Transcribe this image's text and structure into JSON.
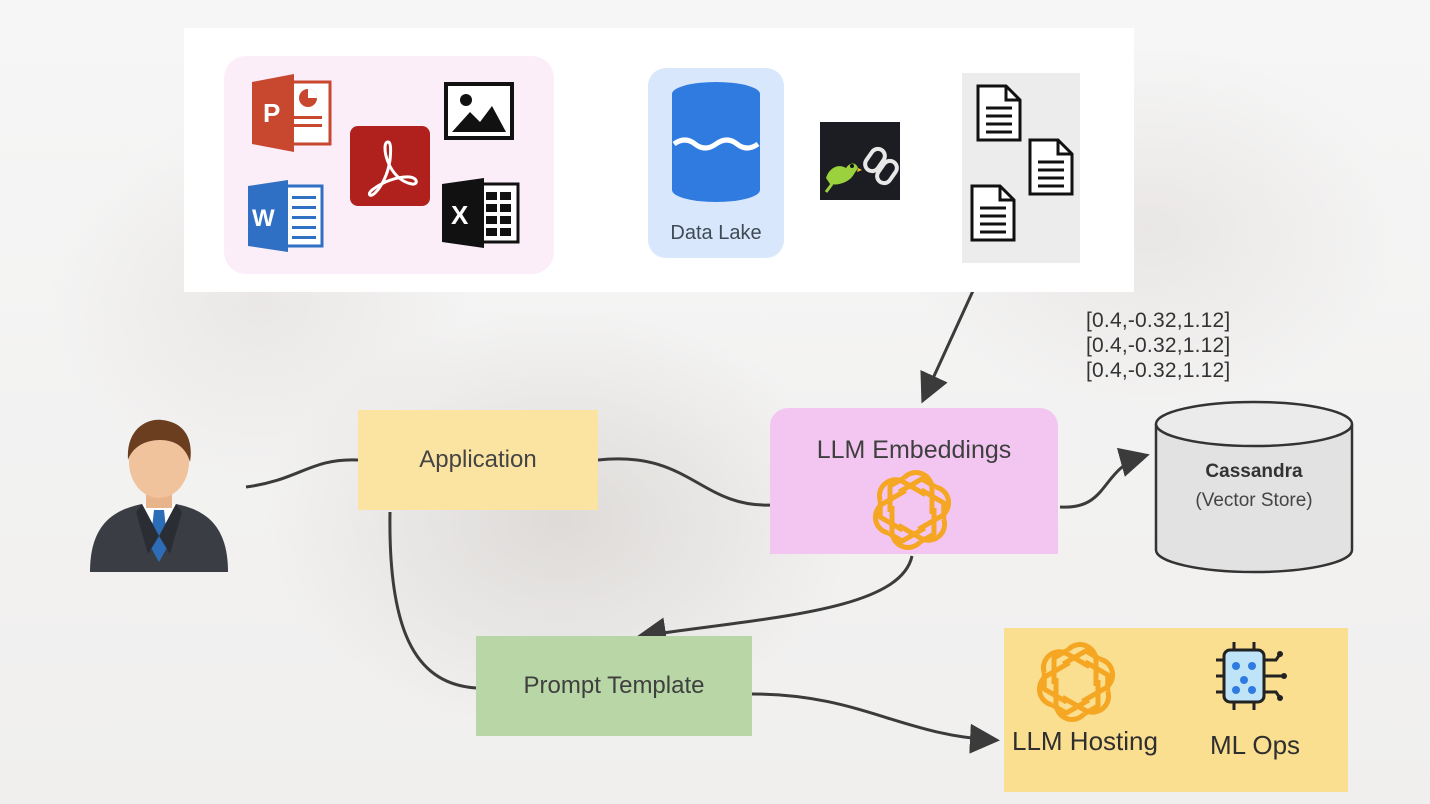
{
  "sources": {
    "icons": [
      "powerpoint-icon",
      "pdf-icon",
      "image-icon",
      "word-icon",
      "excel-icon"
    ]
  },
  "data_lake": {
    "label": "Data Lake"
  },
  "loader": {
    "icon": "langchain-icon"
  },
  "vectors": {
    "lines": [
      "[0.4,-0.32,1.12]",
      "[0.4,-0.32,1.12]",
      "[0.4,-0.32,1.12]"
    ]
  },
  "cassandra": {
    "title": "Cassandra",
    "subtitle": "(Vector Store)"
  },
  "application": {
    "label": "Application"
  },
  "embeddings": {
    "label": "LLM Embeddings",
    "icon": "openai-icon"
  },
  "prompt_template": {
    "label": "Prompt Template"
  },
  "hosting": {
    "llm_label": "LLM Hosting",
    "mlops_label": "ML Ops"
  },
  "colors": {
    "sources_bg": "#fbeef8",
    "datalake_bg": "#d8e7fb",
    "application_bg": "#fbe4a2",
    "embeddings_bg": "#f3c6f2",
    "prompt_bg": "#b9d7a6",
    "hosting_bg": "#fbdf90",
    "openai_orange": "#f5a623"
  }
}
